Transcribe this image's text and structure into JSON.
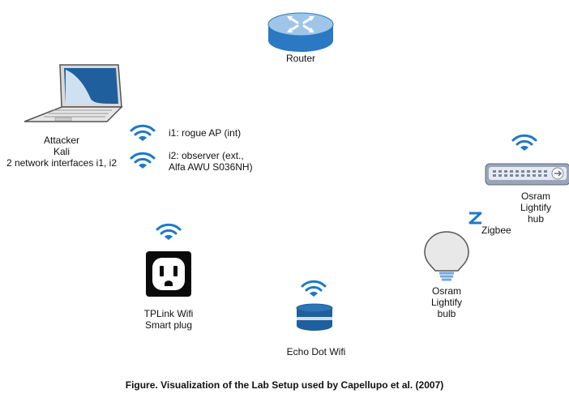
{
  "diagram": {
    "caption": "Figure. Visualization of the Lab Setup used by Capellupo et al. (2007)",
    "router": {
      "label": "Router",
      "icon": "router-icon"
    },
    "attacker": {
      "icon": "laptop-icon",
      "lines": [
        "Attacker",
        "Kali",
        "2 network interfaces i1, i2"
      ]
    },
    "interfaces": {
      "i1": {
        "label": "i1: rogue AP (int)",
        "icon": "wifi-icon"
      },
      "i2": {
        "lines": [
          "i2: observer (ext.,",
          "Alfa AWU S036NH)"
        ],
        "icon": "wifi-icon"
      }
    },
    "hub": {
      "lines": [
        "Osram",
        "Lightify",
        "hub"
      ],
      "icon": "hub-icon"
    },
    "zigbee": {
      "label": "Zigbee",
      "icon": "zigbee-icon"
    },
    "bulb": {
      "lines": [
        "Osram",
        "Lightify",
        "bulb"
      ],
      "icon": "lightbulb-icon"
    },
    "plug": {
      "lines": [
        "TPLink Wifi",
        "Smart plug"
      ],
      "icon": "smart-plug-icon"
    },
    "echo": {
      "label": "Echo Dot Wifi",
      "icon": "echo-dot-icon"
    }
  },
  "colors": {
    "wifi": "#1e7ac7",
    "router_top": "#9fc6e8",
    "router_side": "#2a79c2",
    "echo_dark": "#1f5f9d",
    "echo_light": "#cfe0f1",
    "hub_body": "#9aa6b6",
    "hub_face": "#e4ebf4",
    "bulb_glass": "#e8e8e8",
    "bulb_base": "#6fa8dc"
  }
}
